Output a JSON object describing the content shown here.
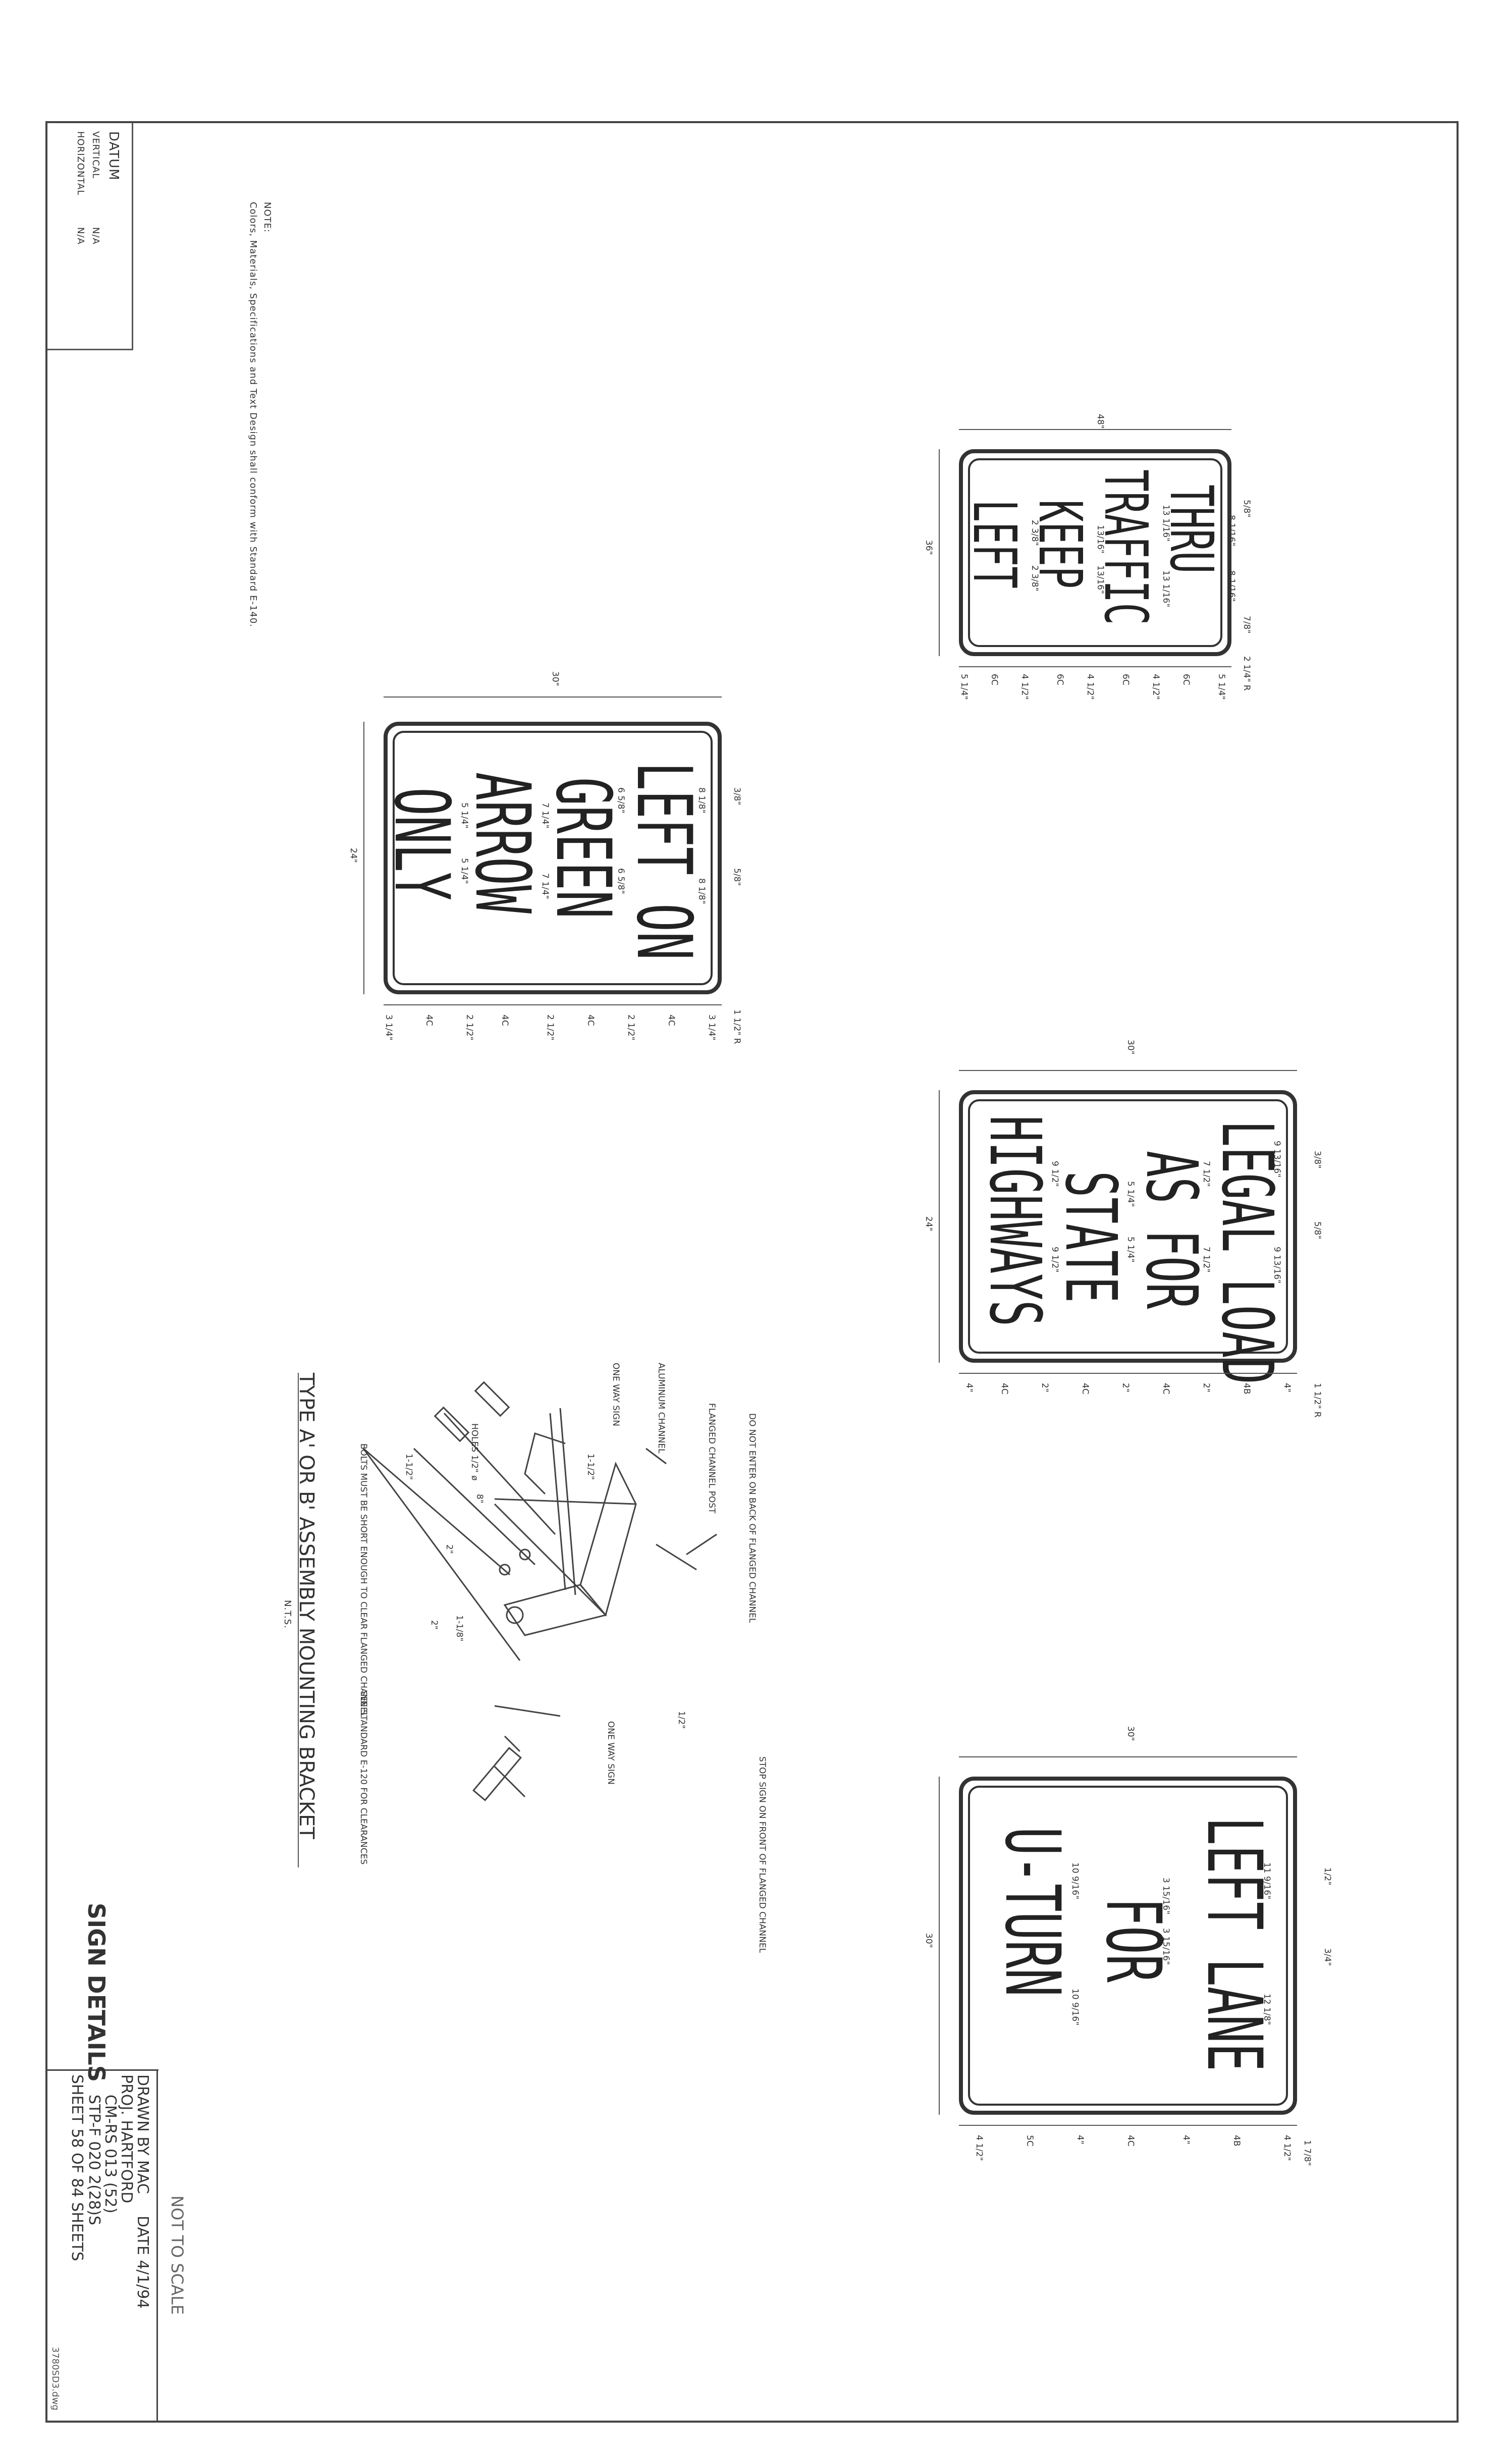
{
  "datum": {
    "title": "DATUM",
    "vertical_label": "VERTICAL",
    "vertical_value": "N/A",
    "horizontal_label": "HORIZONTAL",
    "horizontal_value": "N/A"
  },
  "note": {
    "label": "NOTE:",
    "text": "Colors, Materials, Specifications and Text Design shall conform with Standard E-140."
  },
  "signs": {
    "thru_traffic": {
      "lines": [
        "THRU",
        "TRAFFIC",
        "KEEP",
        "LEFT"
      ],
      "width": "48\"",
      "height": "36\"",
      "dims": [
        "5/8\"",
        "7/8\"",
        "2 1/4\" R",
        "8 1/16\"",
        "8 1/16\"",
        "13 1/16\"",
        "13 1/16\"",
        "13/16\"",
        "13/16\"",
        "2 3/8\"",
        "2 3/8\"",
        "5 1/4\"",
        "6C",
        "4 1/2\"",
        "6C",
        "4 1/2\"",
        "6C",
        "4 1/2\"",
        "6C",
        "5 1/4\""
      ]
    },
    "left_on_green": {
      "lines": [
        "LEFT ON",
        "GREEN",
        "ARROW",
        "ONLY"
      ],
      "width": "30\"",
      "height": "24\"",
      "dims": [
        "3/8\"",
        "5/8\"",
        "1 1/2\" R",
        "8 1/8\"",
        "8 1/8\"",
        "6 5/8\"",
        "6 5/8\"",
        "7 1/4\"",
        "7 1/4\"",
        "5 1/4\"",
        "5 1/4\"",
        "3 1/4\"",
        "4C",
        "2 1/2\"",
        "4C",
        "2 1/2\"",
        "4C",
        "2 1/2\"",
        "4C",
        "3 1/4\""
      ]
    },
    "legal_load": {
      "lines": [
        "LEGAL LOAD",
        "AS FOR",
        "STATE",
        "HIGHWAYS"
      ],
      "width": "30\"",
      "height": "24\"",
      "dims": [
        "3/8\"",
        "5/8\"",
        "1 1/2\" R",
        "9 13/16\"",
        "9 13/16\"",
        "7 1/2\"",
        "7 1/2\"",
        "5 1/4\"",
        "5 1/4\"",
        "9 1/2\"",
        "9 1/2\"",
        "4\"",
        "4B",
        "2\"",
        "4C",
        "2\"",
        "4C",
        "2\"",
        "4C",
        "4\""
      ]
    },
    "left_lane_uturn": {
      "lines": [
        "LEFT LANE",
        "FOR",
        "U-TURN"
      ],
      "width": "30\"",
      "height": "30\"",
      "dims": [
        "1/2\"",
        "3/4\"",
        "1 7/8\"",
        "11 9/16\"",
        "12 1/8\"",
        "3 15/16\"",
        "3 15/16\"",
        "10 9/16\"",
        "10 9/16\"",
        "4 1/2\"",
        "4B",
        "4\"",
        "4C",
        "4\"",
        "5C",
        "4 1/2\""
      ]
    }
  },
  "bracket": {
    "title": "TYPE A' OR B' ASSEMBLY MOUNTING BRACKET",
    "nts": "N.T.S.",
    "labels": [
      "DO NOT ENTER ON BACK OF FLANGED CHANNEL",
      "FLANGED CHANNEL POST",
      "ALUMINUM CHANNEL",
      "ONE WAY SIGN",
      "HOLES 1/2\" ø",
      "BOLTS MUST BE SHORT ENOUGH TO CLEAR FLANGED CHANNEL",
      "SEE STANDARD E-120 FOR CLEARANCES",
      "ONE WAY SIGN",
      "STOP SIGN ON FRONT OF FLANGED CHANNEL",
      "1-1/2\"",
      "1-1/2\"",
      "8\"",
      "2\"",
      "2\"",
      "1-1/8\"",
      "1/2\""
    ]
  },
  "title_block": {
    "sheet_title": "SIGN DETAILS",
    "not_to_scale": "NOT TO SCALE",
    "drawn_by": "DRAWN BY  MAC",
    "date": "DATE 4/1/94",
    "proj": "PROJ. HARTFORD",
    "cm": "CM-RS 013 (52)",
    "stp": "STP-F 020 2(28)S",
    "sheet": "SHEET    58 OF    84 SHEETS",
    "file": "3780SD3.dwg"
  }
}
